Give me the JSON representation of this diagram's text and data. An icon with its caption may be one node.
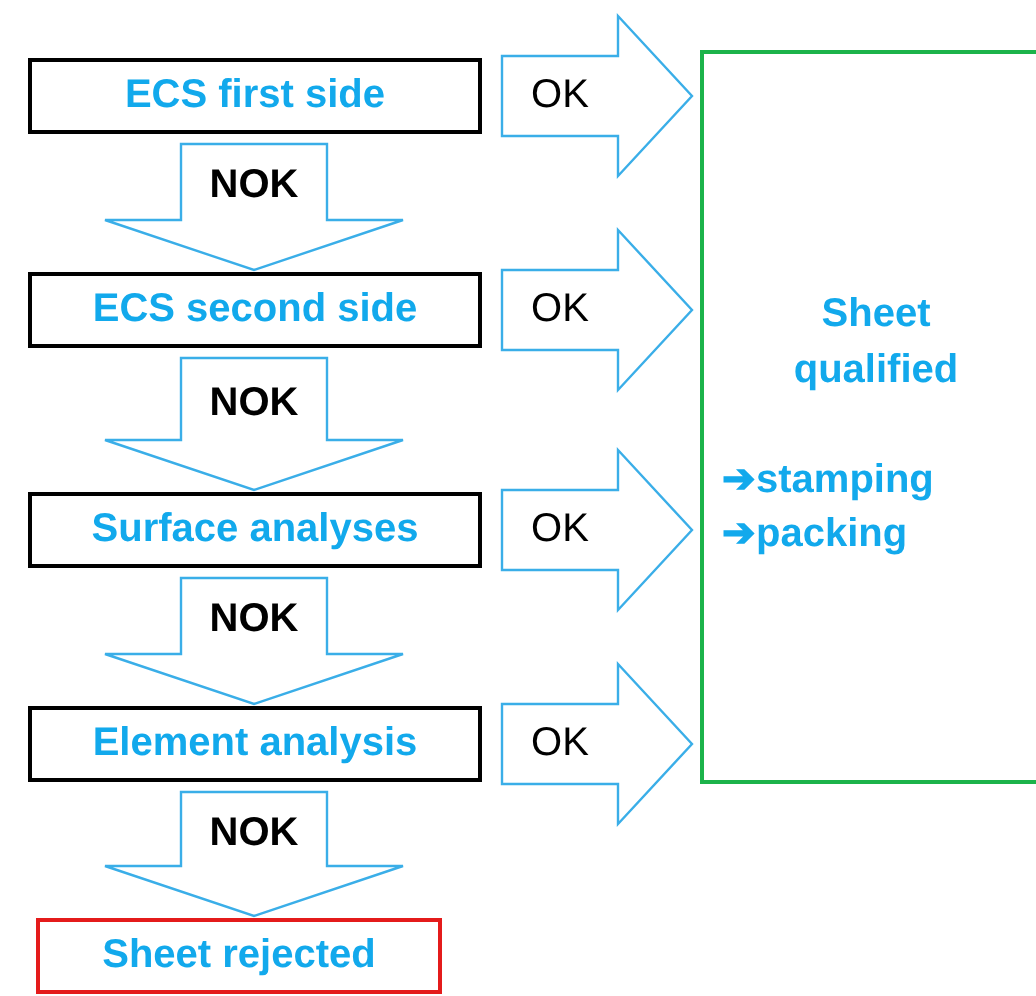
{
  "diagram": {
    "nodes": [
      {
        "text": [
          "ECS first side"
        ]
      },
      {
        "text": [
          "ECS second side"
        ]
      },
      {
        "text": [
          "Surface analyses"
        ]
      },
      {
        "text": [
          "Element analysis"
        ]
      },
      {
        "text": [
          "Sheet rejected"
        ]
      },
      {
        "text": [
          "Sheet qualified",
          "➔stamping",
          "➔packing"
        ]
      }
    ],
    "edges": [
      {
        "from": 0,
        "to": 5,
        "label": "OK",
        "arrow": "to"
      },
      {
        "from": 0,
        "to": 1,
        "label": "NOK",
        "arrow": "to"
      },
      {
        "from": 1,
        "to": 5,
        "label": "OK",
        "arrow": "to"
      },
      {
        "from": 1,
        "to": 2,
        "label": "NOK",
        "arrow": "to"
      },
      {
        "from": 2,
        "to": 5,
        "label": "OK",
        "arrow": "to"
      },
      {
        "from": 2,
        "to": 3,
        "label": "NOK",
        "arrow": "to"
      },
      {
        "from": 3,
        "to": 5,
        "label": "OK",
        "arrow": "to"
      },
      {
        "from": 3,
        "to": 4,
        "label": "NOK",
        "arrow": "to"
      }
    ]
  }
}
